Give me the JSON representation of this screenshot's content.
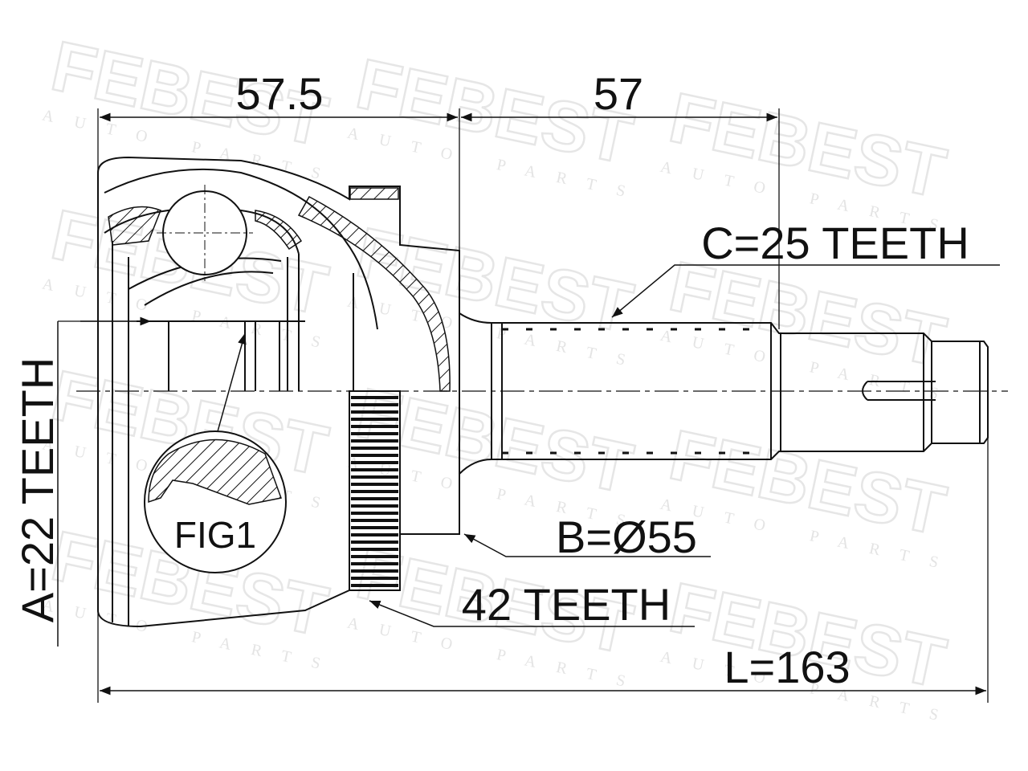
{
  "watermark": {
    "brand": "FEBEST",
    "tagline": "AUTO PARTS"
  },
  "dimensions": {
    "outer_joint_length": "57.5",
    "shaft_length": "57",
    "total_length": "L=163"
  },
  "callouts": {
    "inner_spline": "A=22 TEETH",
    "outer_spline": "C=25 TEETH",
    "diameter": "B=Ø55",
    "abs_ring": "42 TEETH",
    "detail": "FIG1"
  },
  "colors": {
    "line": "#111111",
    "watermark": "#e6e6e6"
  }
}
